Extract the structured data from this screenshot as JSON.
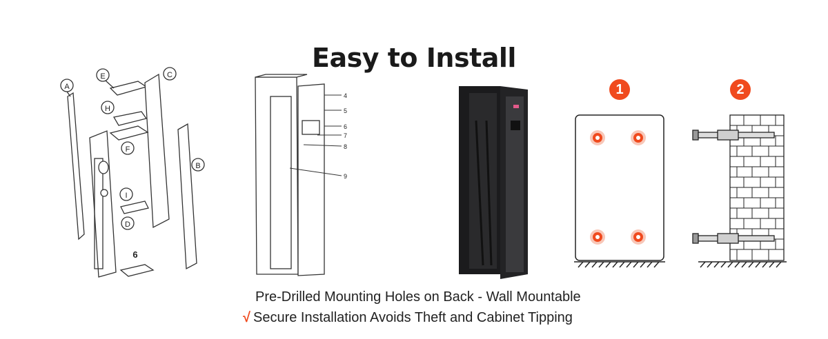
{
  "title": "Easy to Install",
  "caption_line1": "Pre-Drilled Mounting Holes on Back - Wall Mountable",
  "caption_line2": "Secure Installation Avoids Theft and Cabinet Tipping",
  "check_mark": "√",
  "exploded_labels": [
    "A",
    "B",
    "C",
    "D",
    "E",
    "F",
    "H",
    "I",
    "6"
  ],
  "callout_numbers": [
    "4",
    "5",
    "6",
    "7",
    "8",
    "9"
  ],
  "steps": [
    "1",
    "2"
  ],
  "accent_color": "#f04a1e"
}
